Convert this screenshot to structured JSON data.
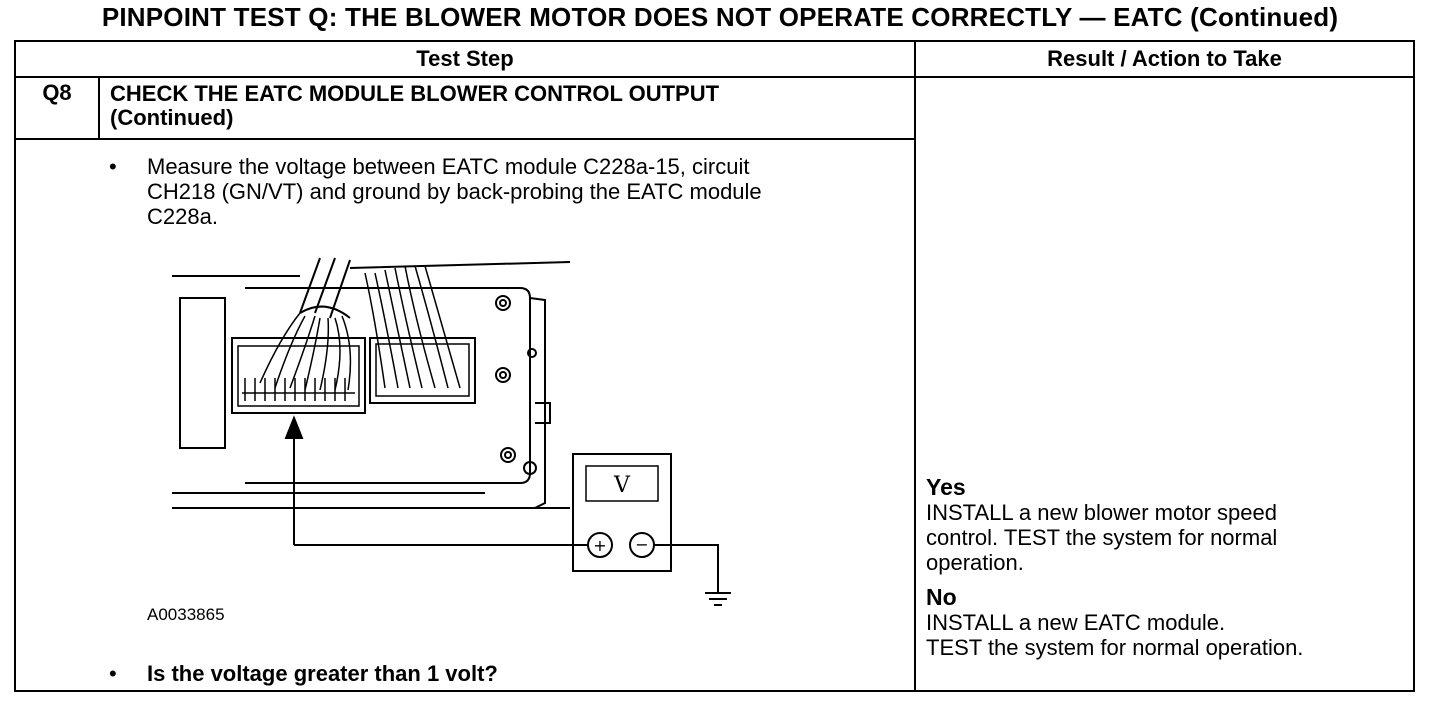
{
  "page_title": "PINPOINT TEST  Q: THE BLOWER MOTOR DOES NOT OPERATE CORRECTLY — EATC (Continued)",
  "table": {
    "headers": {
      "test_step": "Test Step",
      "result_action": "Result / Action to Take"
    },
    "step": {
      "id": "Q8",
      "title_line1": "CHECK THE EATC MODULE BLOWER CONTROL OUTPUT",
      "title_line2": "(Continued)",
      "bullet_char": "•",
      "instruction_lines": [
        "Measure the voltage between EATC module C228a-15, circuit",
        "CH218 (GN/VT) and ground by back-probing the EATC module",
        "C228a."
      ],
      "figure": {
        "code": "A0033865",
        "meter_label": "V",
        "plus": "+",
        "minus": "−"
      },
      "question": "Is the voltage greater than 1 volt?"
    },
    "results": {
      "yes_label": "Yes",
      "yes_lines": [
        "INSTALL a new blower motor speed",
        "control. TEST  the system for normal",
        "operation."
      ],
      "no_label": "No",
      "no_lines": [
        "INSTALL a new EATC module.",
        "TEST the system for normal operation."
      ]
    }
  }
}
